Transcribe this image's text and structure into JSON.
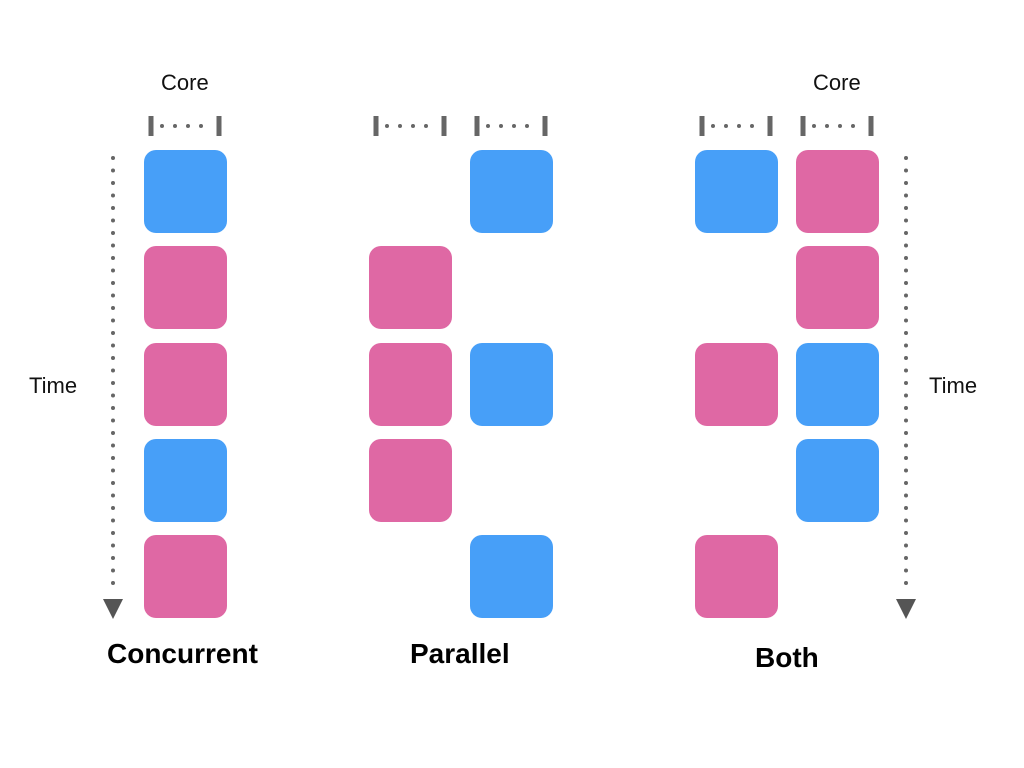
{
  "labels": {
    "core_left": "Core",
    "core_right": "Core",
    "time_left": "Time",
    "time_right": "Time"
  },
  "titles": {
    "concurrent": "Concurrent",
    "parallel": "Parallel",
    "both": "Both"
  },
  "colors": {
    "task_a": "#479ff8",
    "task_b": "#df68a4",
    "marker": "#666666"
  },
  "timelines": {
    "concurrent": {
      "core_1": [
        "a",
        "b",
        "b",
        "a",
        "b"
      ]
    },
    "parallel": {
      "core_1": [
        "",
        "b",
        "b",
        "b",
        ""
      ],
      "core_2": [
        "a",
        "",
        "a",
        "",
        "a"
      ]
    },
    "both": {
      "core_1": [
        "a",
        "",
        "b",
        "",
        "b"
      ],
      "core_2": [
        "b",
        "b",
        "a",
        "a",
        ""
      ]
    }
  }
}
